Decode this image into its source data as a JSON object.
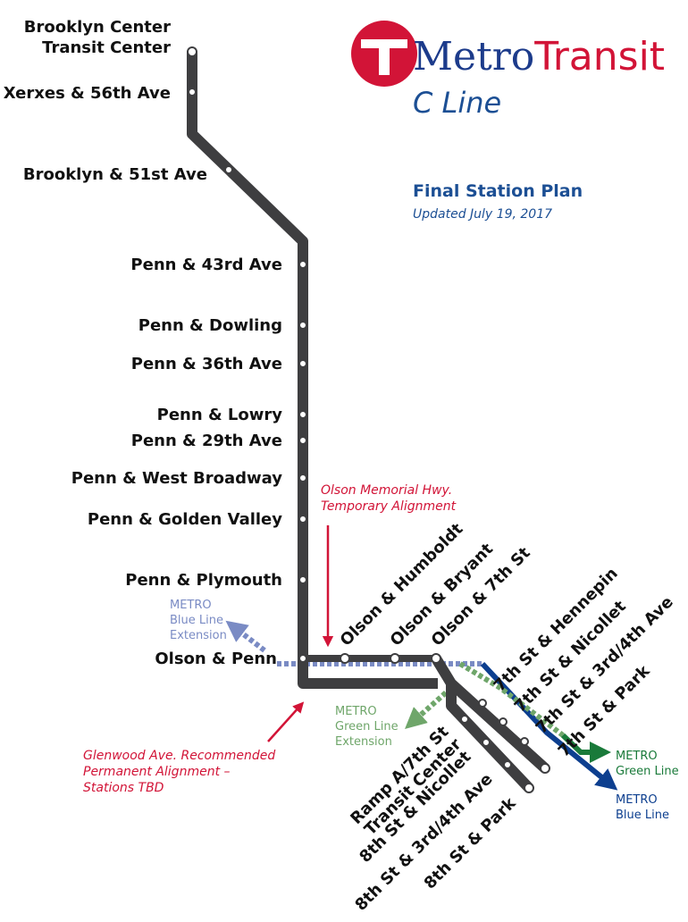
{
  "brand": {
    "logo_letter": "T",
    "name_part1": "Metro",
    "name_part2": "Transit",
    "line_name": "C Line",
    "red": "#d21437",
    "blue": "#1c3b8b"
  },
  "plan": {
    "title": "Final Station Plan",
    "updated": "Updated July 19, 2017"
  },
  "stations": {
    "brooklyn_center_1": "Brooklyn Center",
    "brooklyn_center_2": "Transit Center",
    "xerxes": "Xerxes & 56th Ave",
    "brooklyn_51": "Brooklyn & 51st Ave",
    "penn_43": "Penn & 43rd Ave",
    "penn_dowling": "Penn & Dowling",
    "penn_36": "Penn & 36th Ave",
    "penn_lowry": "Penn & Lowry",
    "penn_29": "Penn & 29th Ave",
    "penn_west_broadway": "Penn & West Broadway",
    "penn_golden_valley": "Penn & Golden Valley",
    "penn_plymouth": "Penn & Plymouth",
    "olson_penn": "Olson & Penn",
    "olson_humboldt": "Olson & Humboldt",
    "olson_bryant": "Olson & Bryant",
    "olson_7th": "Olson & 7th St",
    "7th_hennepin": "7th St & Hennepin",
    "7th_nicollet": "7th St & Nicollet",
    "7th_3rd4th": "7th St & 3rd/4th Ave",
    "7th_park": "7th St & Park",
    "ramp_a_1": "Ramp A/7th St",
    "ramp_a_2": "Transit Center",
    "8th_nicollet": "8th St & Nicollet",
    "8th_3rd4th": "8th St & 3rd/4th Ave",
    "8th_park": "8th St & Park"
  },
  "notes": {
    "temporary_1": "Olson Memorial Hwy.",
    "temporary_2": "Temporary Alignment",
    "glenwood_1": "Glenwood Ave. Recommended",
    "glenwood_2": "Permanent Alignment –",
    "glenwood_3": "Stations TBD"
  },
  "connections": {
    "blue_ext_1": "METRO",
    "blue_ext_2": "Blue Line",
    "blue_ext_3": "Extension",
    "green_ext_1": "METRO",
    "green_ext_2": "Green Line",
    "green_ext_3": "Extension",
    "green_1": "METRO",
    "green_2": "Green Line",
    "blue_1": "METRO",
    "blue_2": "Blue Line"
  },
  "colors": {
    "route": "#3e3e40",
    "blue_line": "#0d3f8f",
    "blue_ext": "#7a8bc4",
    "green_line": "#1a7a3a",
    "green_ext": "#6fa66a",
    "note_red": "#d21437"
  }
}
